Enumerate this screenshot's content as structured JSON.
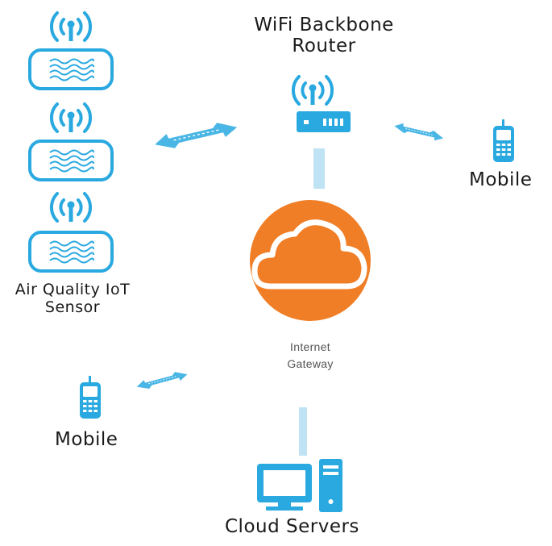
{
  "colors": {
    "device_blue": "#29a9e0",
    "link_blue": "#bfe3f4",
    "cloud_orange": "#f07e26",
    "text": "#1a1a1a"
  },
  "router": {
    "label_line1": "WiFi Backbone",
    "label_line2": "Router",
    "icon": "wifi-router-icon"
  },
  "sensors": {
    "label_line1": "Air Quality IoT",
    "label_line2": "Sensor",
    "icon": "air-sensor-icon"
  },
  "mobile_right": {
    "label": "Mobile",
    "icon": "mobile-phone-icon"
  },
  "mobile_left": {
    "label": "Mobile",
    "icon": "mobile-phone-icon"
  },
  "gateway": {
    "label_line1": "Internet",
    "label_line2": "Gateway",
    "icon": "cloud-icon"
  },
  "servers": {
    "label": "Cloud Servers",
    "icon": "server-computer-icon"
  }
}
